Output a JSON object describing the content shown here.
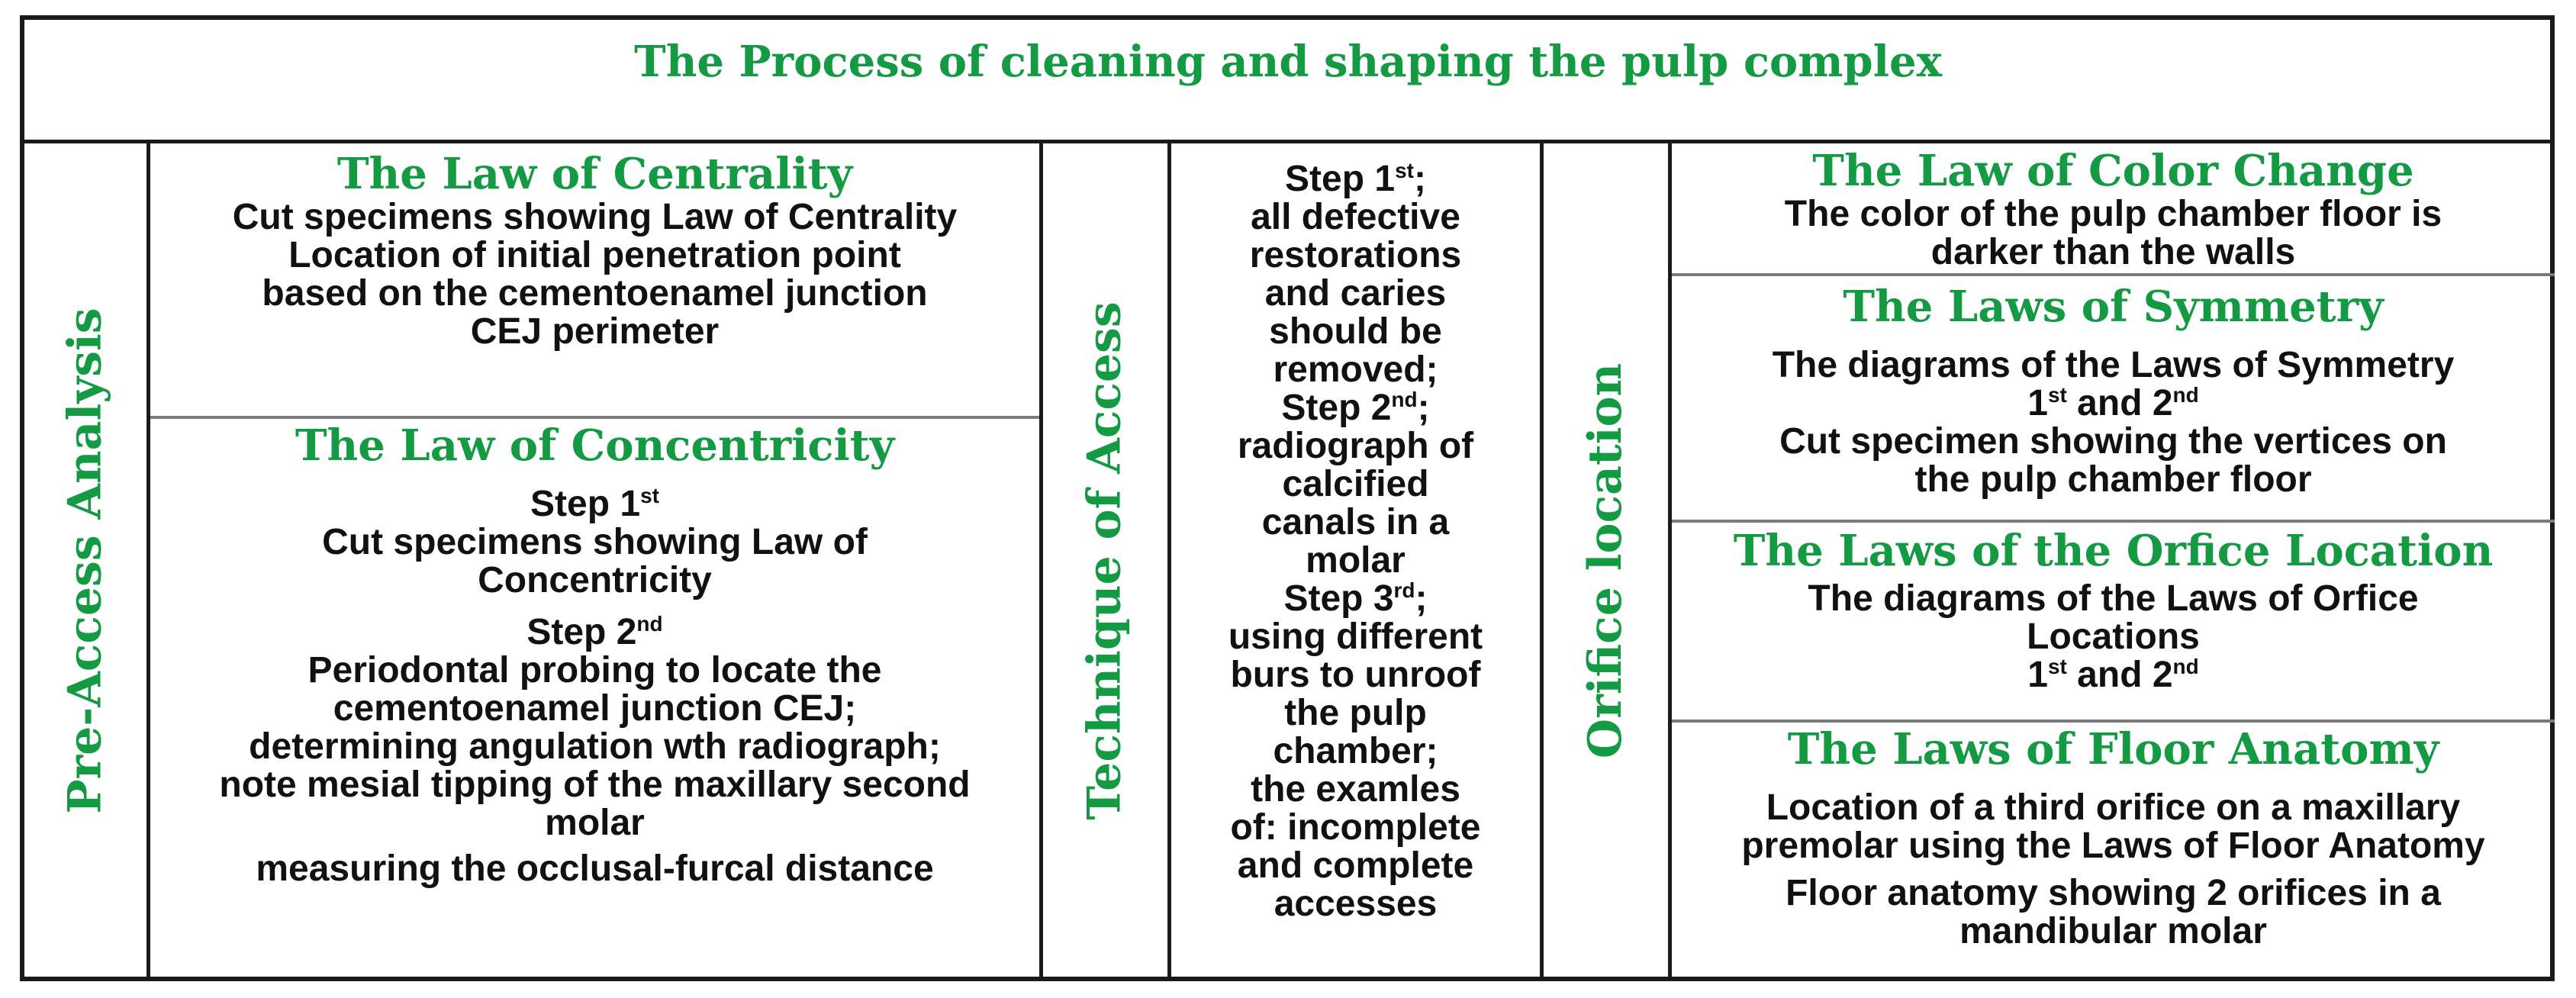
{
  "title": "The Process of cleaning and shaping the pulp complex",
  "pre_access": {
    "label": "Pre-Access Analysis",
    "centrality": {
      "heading": "The Law of Centrality",
      "line1": "Cut specimens showing Law of Centrality",
      "line2": "Location of initial penetration point",
      "line3": "based on the cementoenamel junction",
      "line4": "CEJ perimeter"
    },
    "concentricity": {
      "heading": "The Law of Concentricity",
      "step1": "Step 1",
      "step1_sup": "st",
      "line1": "Cut specimens showing Law of",
      "line2": "Concentricity",
      "step2": "Step 2",
      "step2_sup": "nd",
      "line3": "Periodontal probing to locate the",
      "line4": "cementoenamel junction CEJ;",
      "line5": "determining angulation wth radiograph;",
      "line6": "note mesial tipping of the maxillary second",
      "line7": "molar",
      "line8": "measuring the occlusal-furcal distance"
    }
  },
  "technique": {
    "label": "Technique of Access",
    "lines": [
      "all defective",
      "restorations",
      "and caries",
      "should be",
      "removed;"
    ],
    "step1": "Step 1",
    "step1_sup": "st",
    "step1_tail": ";",
    "step2": "Step 2",
    "step2_sup": "nd",
    "step2_tail": ";",
    "lines2": [
      "radiograph of",
      "calcified",
      "canals in a",
      "molar"
    ],
    "step3": "Step 3",
    "step3_sup": "rd",
    "step3_tail": ";",
    "lines3": [
      "using different",
      "burs to unroof",
      "the pulp",
      "chamber;",
      "the examles",
      "of:  incomplete",
      "and complete",
      "accesses"
    ]
  },
  "orifice": {
    "label": "Orifice location",
    "color_change": {
      "heading": "The Law of Color Change",
      "line1": "The color of the pulp chamber floor is",
      "line2": "darker than the walls"
    },
    "symmetry": {
      "heading": "The Laws of Symmetry",
      "line1": "The diagrams of the Laws of Symmetry",
      "line2a": "1",
      "line2a_sup": "st",
      "line2b": " and 2",
      "line2b_sup": "nd",
      "line3": "Cut specimen showing the vertices on",
      "line4": "the pulp chamber floor"
    },
    "orifice_location": {
      "heading": "The Laws of the Orfice Location",
      "line1": "The diagrams of the Laws of Orfice",
      "line2": "Locations",
      "line3a": "1",
      "line3a_sup": "st",
      "line3b": " and 2",
      "line3b_sup": "nd"
    },
    "floor_anatomy": {
      "heading": "The Laws of Floor Anatomy",
      "line1": "Location of a third orifice on a maxillary",
      "line2": "premolar using the Laws of Floor Anatomy",
      "line3": "Floor anatomy showing 2 orifices in a",
      "line4": "mandibular molar"
    }
  }
}
